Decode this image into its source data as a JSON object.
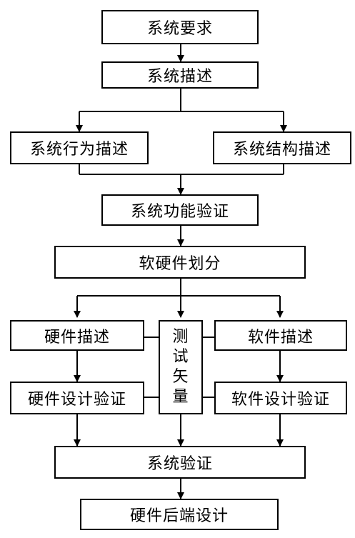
{
  "nodes": {
    "system_requirements": "系统要求",
    "system_description": "系统描述",
    "system_behavior_description": "系统行为描述",
    "system_structure_description": "系统结构描述",
    "system_function_verification": "系统功能验证",
    "hw_sw_partition": "软硬件划分",
    "hardware_description": "硬件描述",
    "test_vectors": [
      "测",
      "试",
      "矢",
      "量"
    ],
    "software_description": "软件描述",
    "hardware_design_verification": "硬件设计验证",
    "software_design_verification": "软件设计验证",
    "system_verification": "系统验证",
    "hardware_backend_design": "硬件后端设计"
  },
  "colors": {
    "stroke": "#000000",
    "fill": "#ffffff"
  }
}
